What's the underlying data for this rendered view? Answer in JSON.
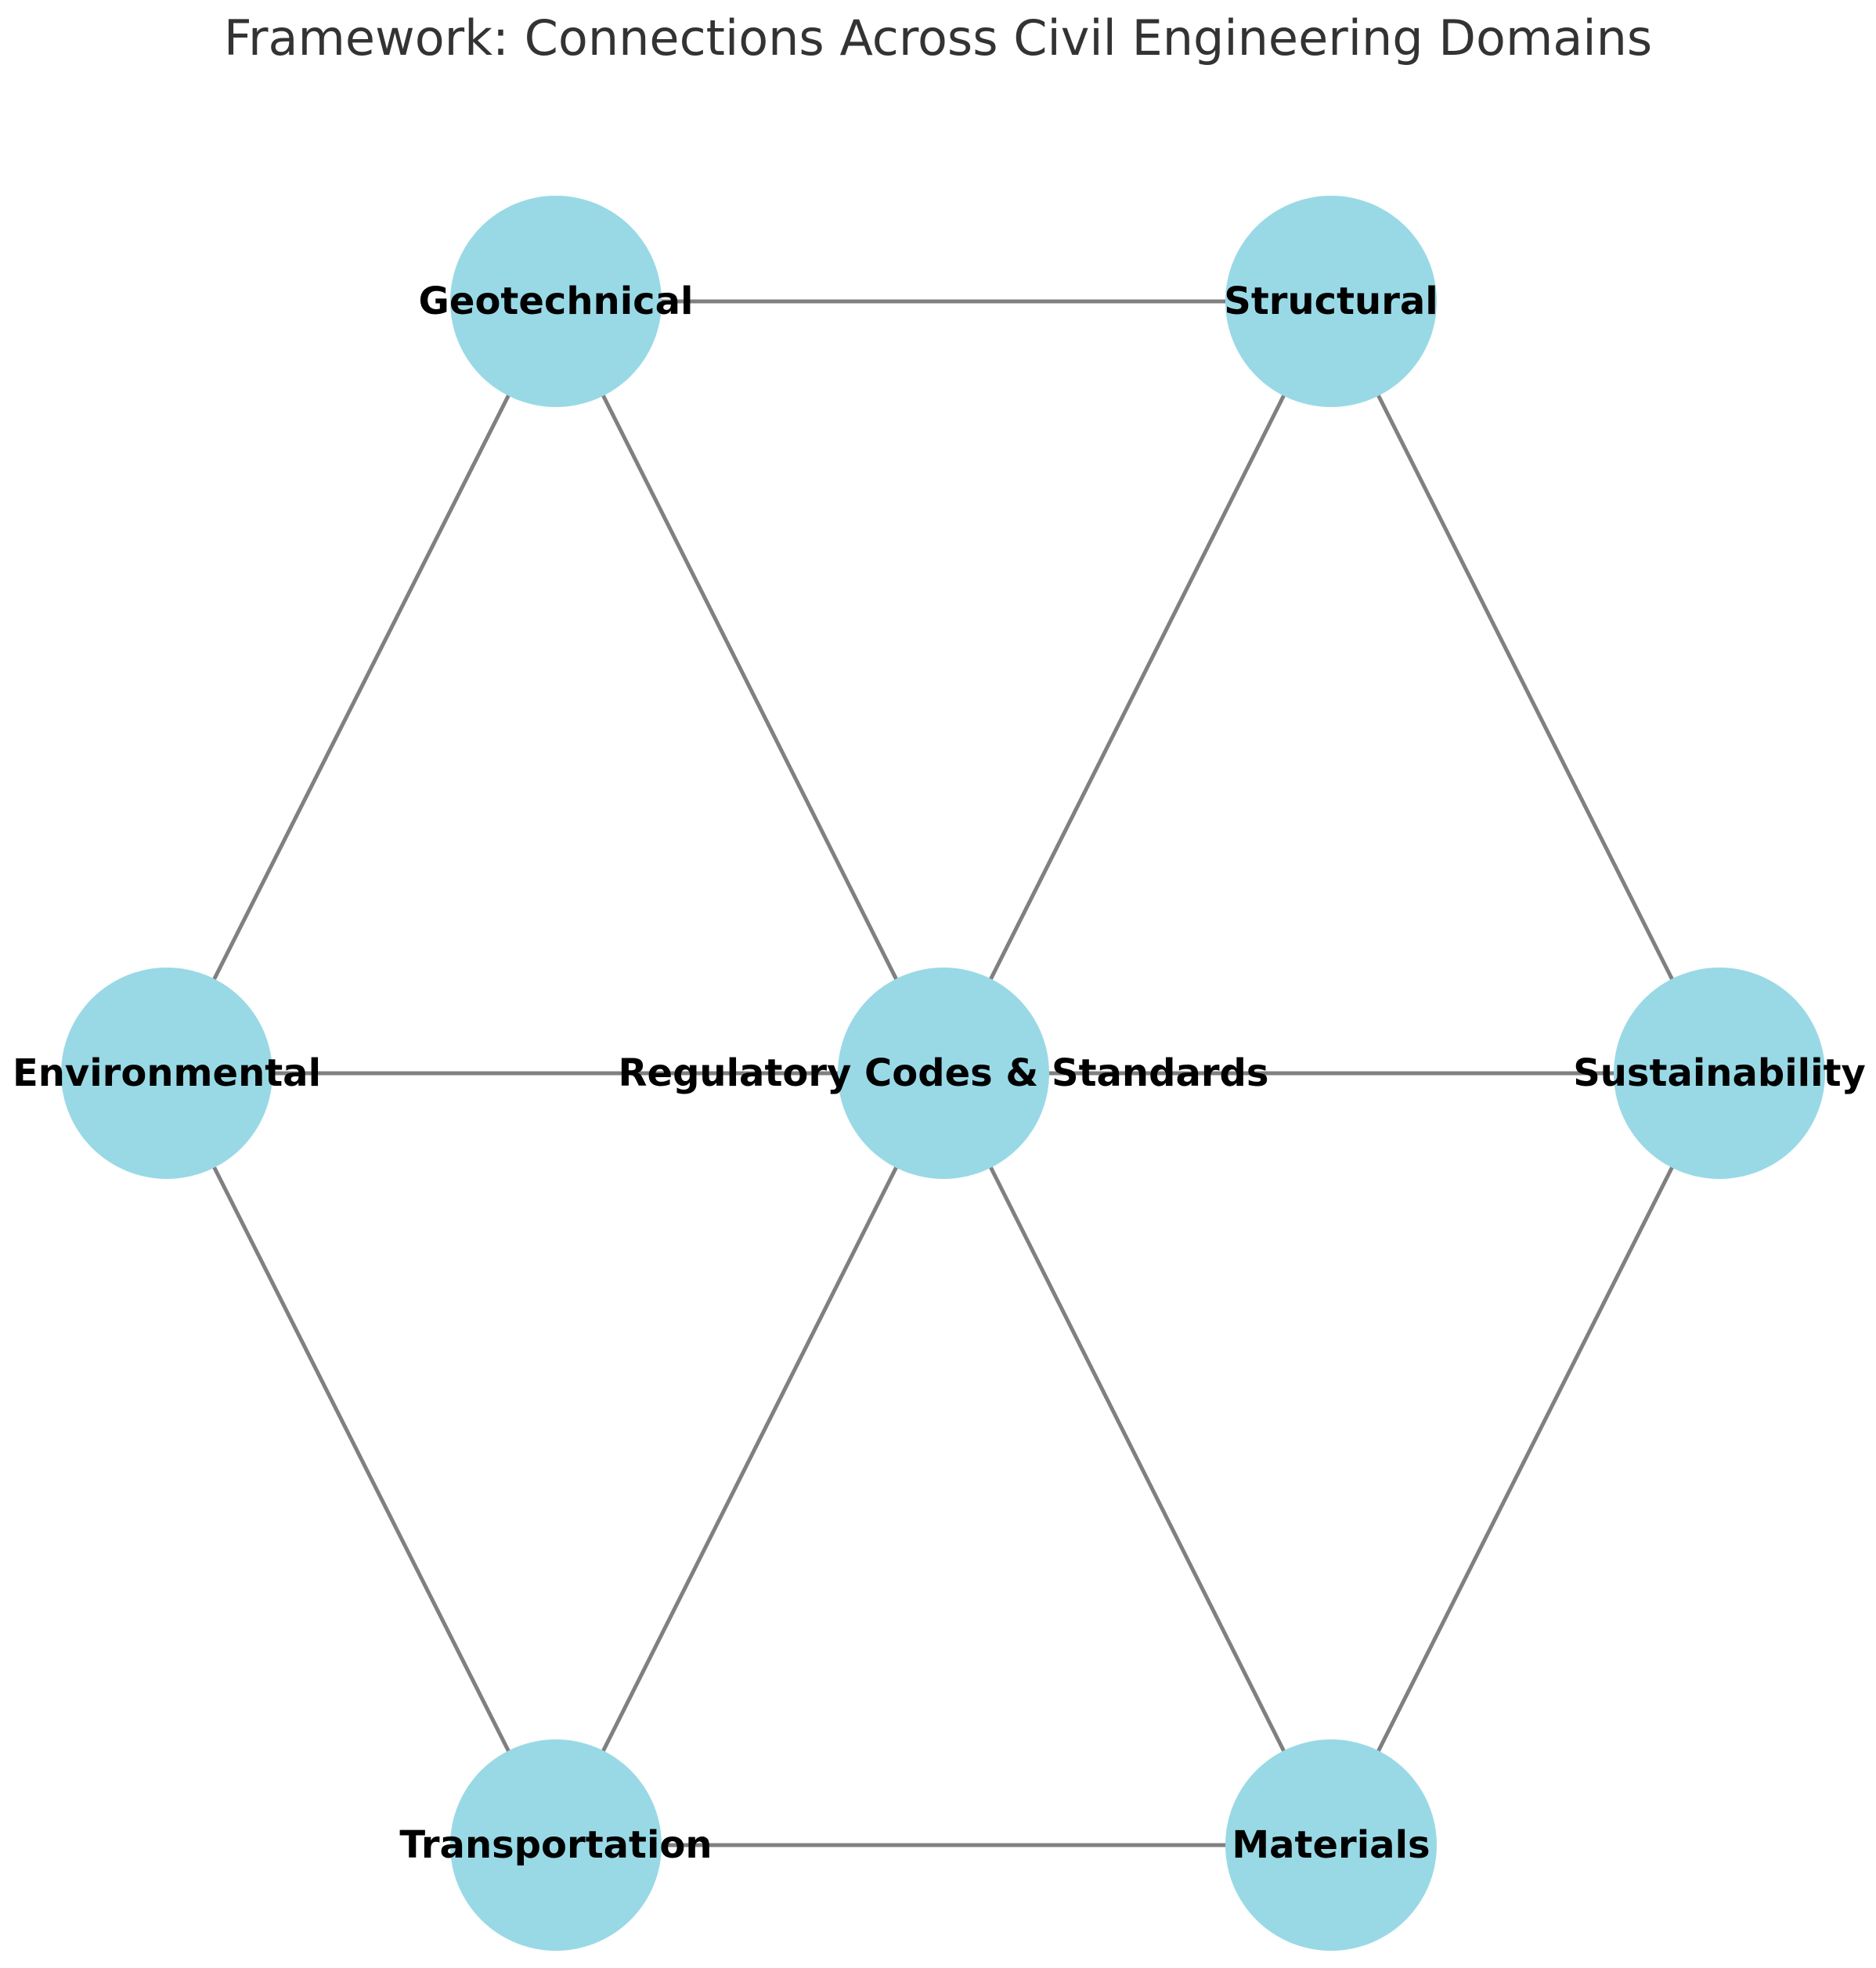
{
  "title": "Framework: Connections Across Civil Engineering Domains",
  "colors": {
    "node_fill": "#99d9e6",
    "edge_stroke": "#808080",
    "label_text": "#000000",
    "title_text": "#333333"
  },
  "nodes": [
    {
      "id": "geotechnical",
      "label": "Geotechnical"
    },
    {
      "id": "structural",
      "label": "Structural"
    },
    {
      "id": "environmental",
      "label": "Environmental"
    },
    {
      "id": "regulatory",
      "label": "Regulatory Codes & Standards"
    },
    {
      "id": "sustainability",
      "label": "Sustainability"
    },
    {
      "id": "transportation",
      "label": "Transportation"
    },
    {
      "id": "materials",
      "label": "Materials"
    }
  ],
  "edges": [
    [
      "geotechnical",
      "structural"
    ],
    [
      "geotechnical",
      "environmental"
    ],
    [
      "geotechnical",
      "regulatory"
    ],
    [
      "structural",
      "regulatory"
    ],
    [
      "structural",
      "sustainability"
    ],
    [
      "environmental",
      "regulatory"
    ],
    [
      "regulatory",
      "sustainability"
    ],
    [
      "environmental",
      "transportation"
    ],
    [
      "regulatory",
      "transportation"
    ],
    [
      "regulatory",
      "materials"
    ],
    [
      "sustainability",
      "materials"
    ],
    [
      "transportation",
      "materials"
    ]
  ]
}
